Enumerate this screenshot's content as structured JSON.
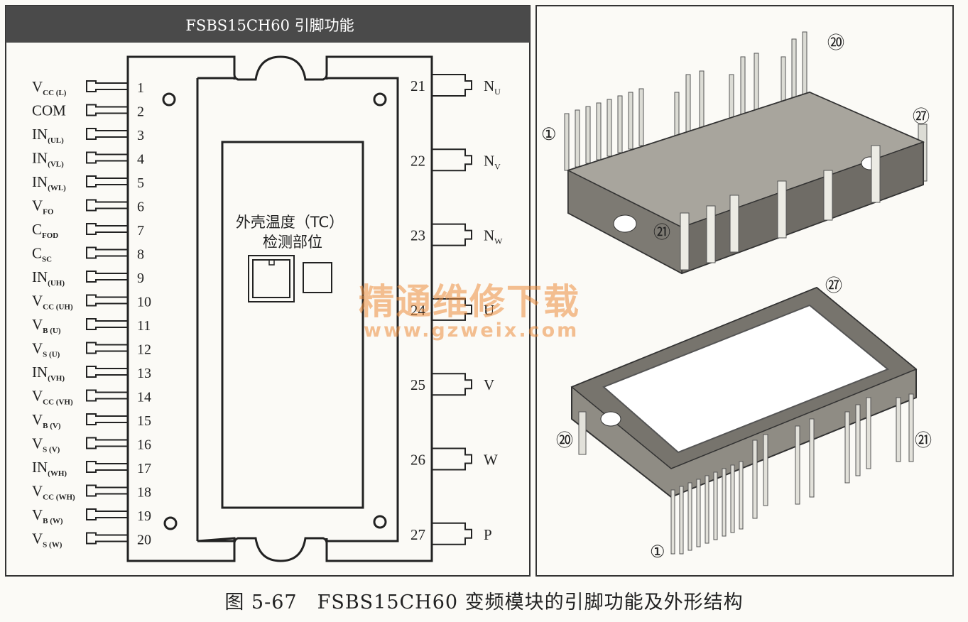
{
  "header": {
    "title": "FSBS15CH60 引脚功能"
  },
  "chip": {
    "sensor_label_line1": "外壳温度（TC）",
    "sensor_label_line2": "检测部位"
  },
  "left_pins": [
    {
      "num": "1",
      "base": "V",
      "sub": "CC (L)"
    },
    {
      "num": "2",
      "base": "COM",
      "sub": ""
    },
    {
      "num": "3",
      "base": "IN",
      "sub": "(UL)"
    },
    {
      "num": "4",
      "base": "IN",
      "sub": "(VL)"
    },
    {
      "num": "5",
      "base": "IN",
      "sub": "(WL)"
    },
    {
      "num": "6",
      "base": "V",
      "sub": "FO"
    },
    {
      "num": "7",
      "base": "C",
      "sub": "FOD"
    },
    {
      "num": "8",
      "base": "C",
      "sub": "SC"
    },
    {
      "num": "9",
      "base": "IN",
      "sub": "(UH)"
    },
    {
      "num": "10",
      "base": "V",
      "sub": "CC (UH)"
    },
    {
      "num": "11",
      "base": "V",
      "sub": "B (U)"
    },
    {
      "num": "12",
      "base": "V",
      "sub": "S (U)"
    },
    {
      "num": "13",
      "base": "IN",
      "sub": "(VH)"
    },
    {
      "num": "14",
      "base": "V",
      "sub": "CC (VH)"
    },
    {
      "num": "15",
      "base": "V",
      "sub": "B (V)"
    },
    {
      "num": "16",
      "base": "V",
      "sub": "S (V)"
    },
    {
      "num": "17",
      "base": "IN",
      "sub": "(WH)"
    },
    {
      "num": "18",
      "base": "V",
      "sub": "CC (WH)"
    },
    {
      "num": "19",
      "base": "V",
      "sub": "B (W)"
    },
    {
      "num": "20",
      "base": "V",
      "sub": "S (W)"
    }
  ],
  "right_pins": [
    {
      "num": "21",
      "base": "N",
      "sub": "U"
    },
    {
      "num": "22",
      "base": "N",
      "sub": "V"
    },
    {
      "num": "23",
      "base": "N",
      "sub": "W"
    },
    {
      "num": "24",
      "base": "U",
      "sub": ""
    },
    {
      "num": "25",
      "base": "V",
      "sub": ""
    },
    {
      "num": "26",
      "base": "W",
      "sub": ""
    },
    {
      "num": "27",
      "base": "P",
      "sub": ""
    }
  ],
  "photo_markers": {
    "top_20": "⑳",
    "top_1": "①",
    "top_27": "㉗",
    "top_21": "㉑",
    "bot_27": "㉗",
    "bot_20": "⑳",
    "bot_21": "㉑",
    "bot_1": "①"
  },
  "watermark": {
    "cn": "精通维修下载",
    "url": "www.gzweix.com"
  },
  "caption": "图 5-67　FSBS15CH60 变频模块的引脚功能及外形结构"
}
